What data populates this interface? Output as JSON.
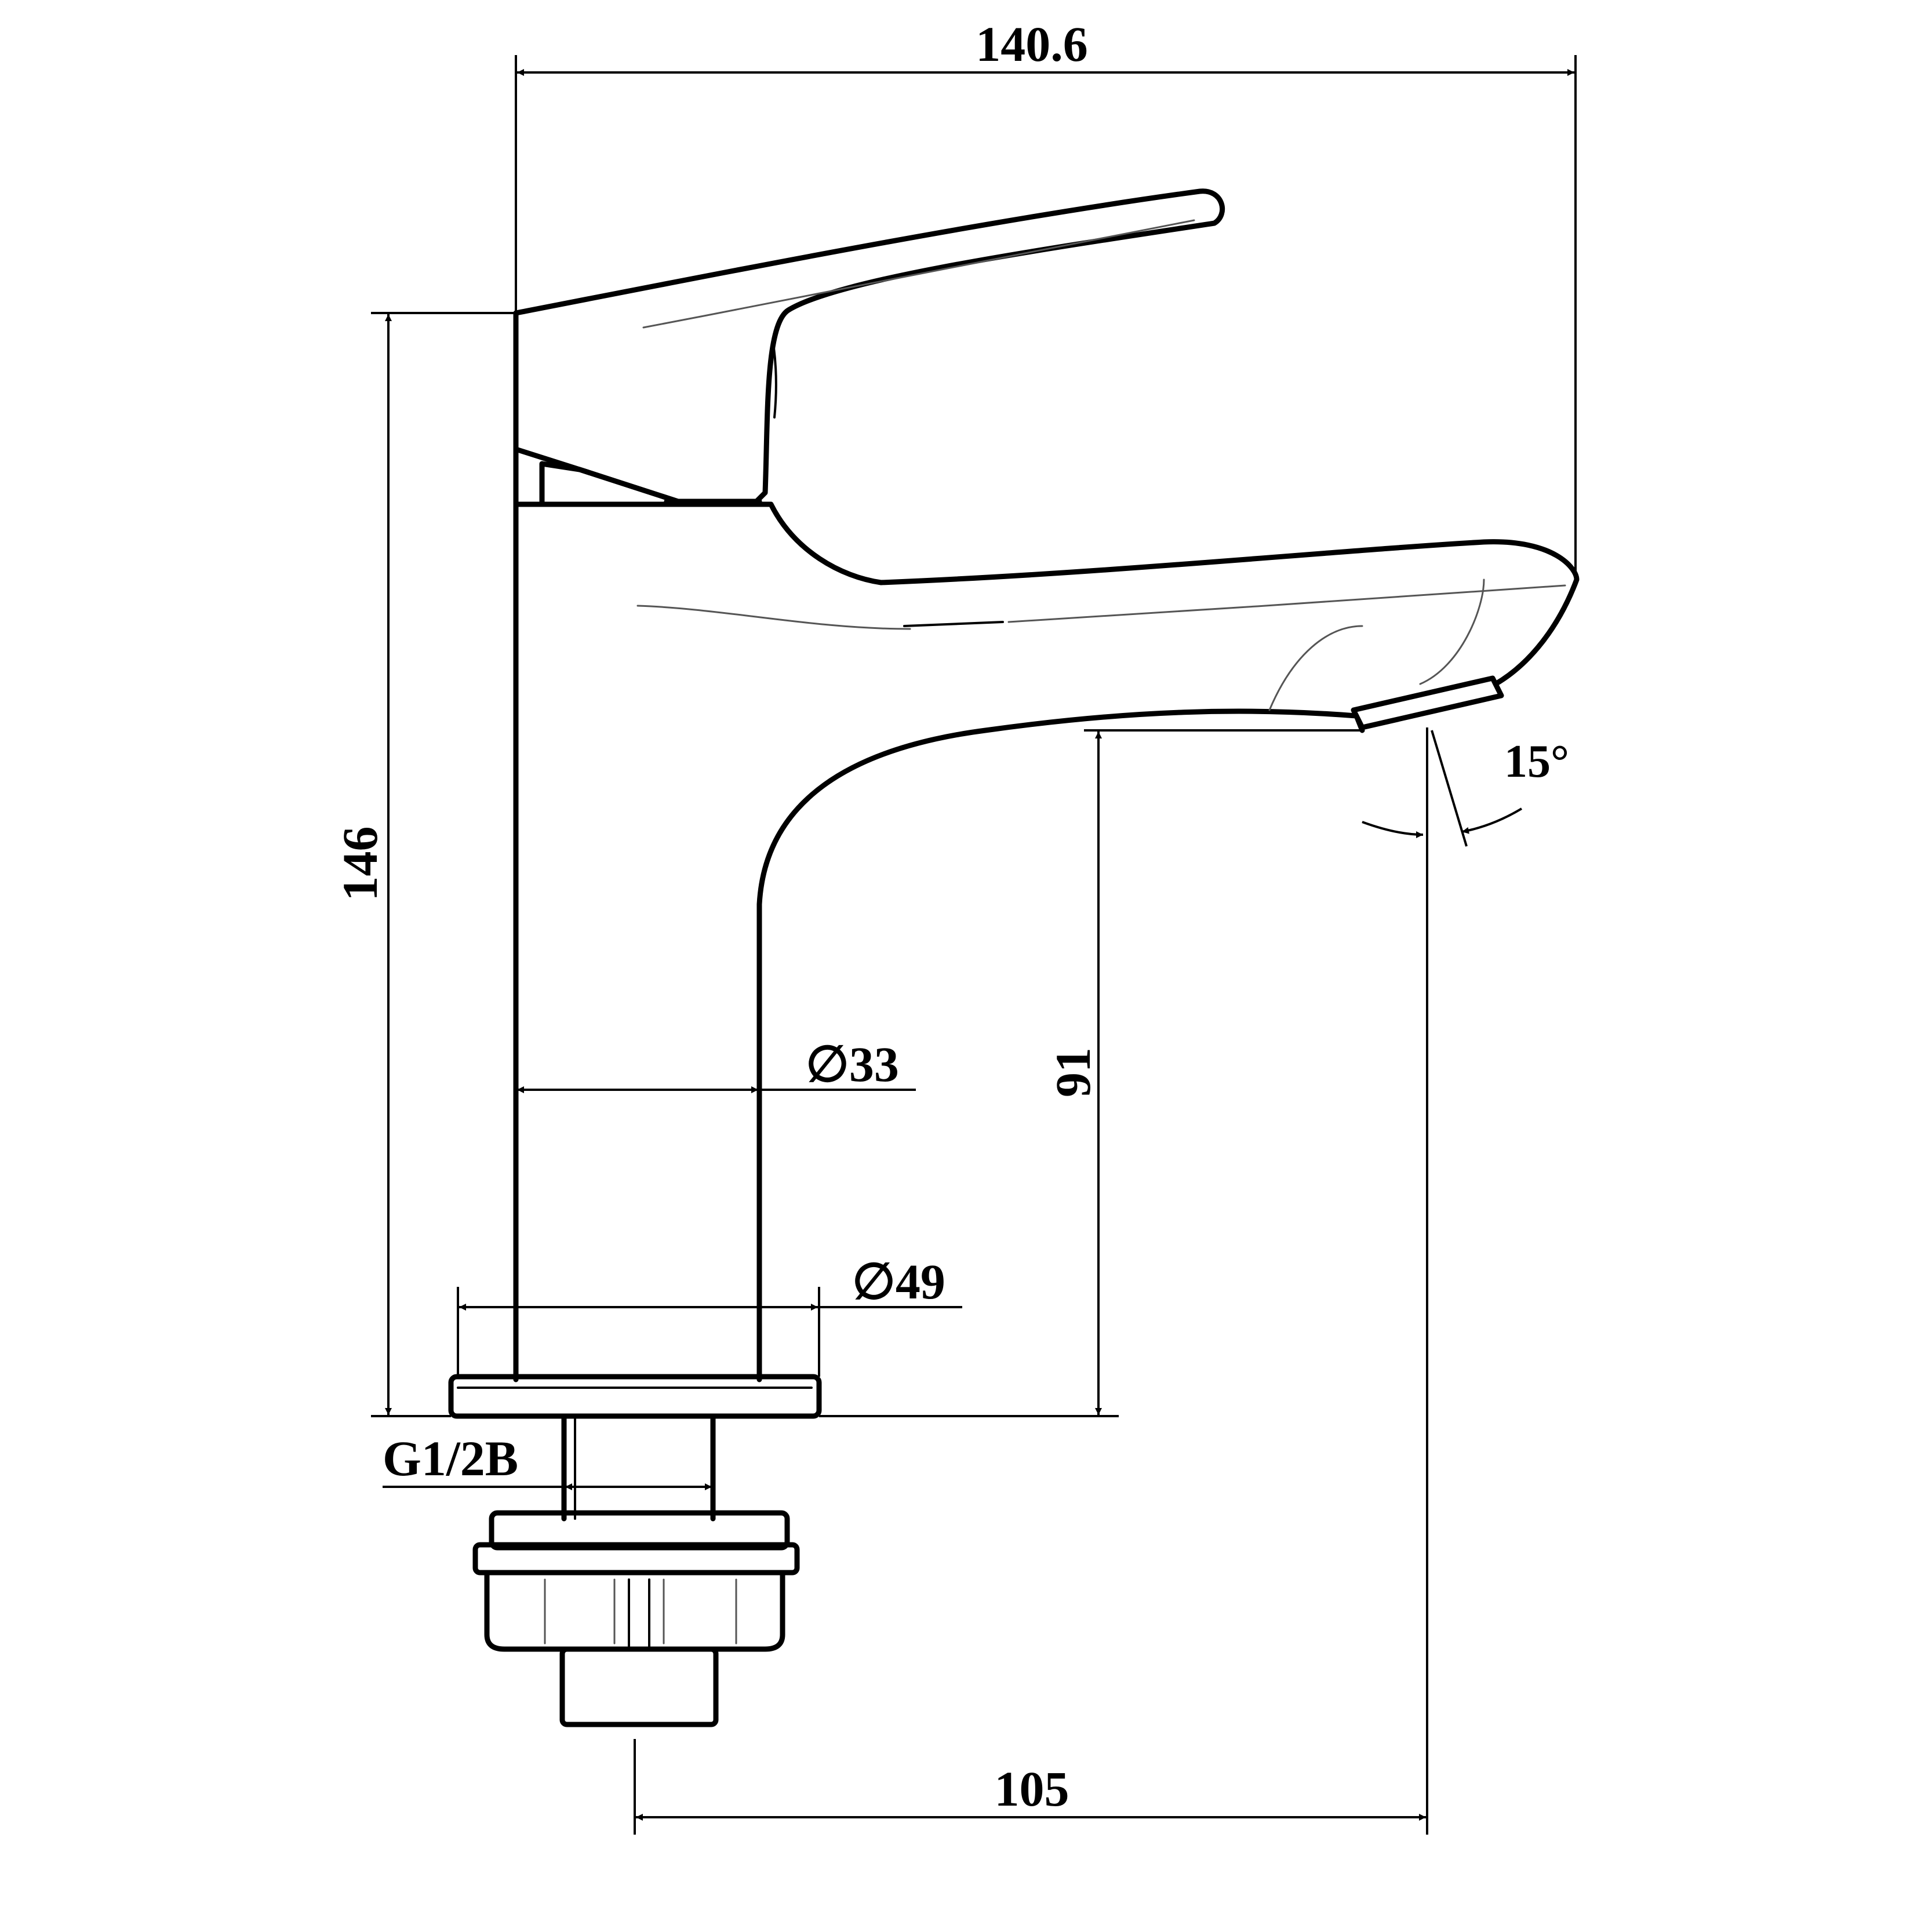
{
  "dimensions": {
    "overall_width": "140.6",
    "overall_height": "146",
    "spout_height": "91",
    "spout_reach": "105",
    "body_diameter": "∅33",
    "base_diameter": "∅49",
    "thread": "G1/2B",
    "spray_angle": "15°"
  }
}
